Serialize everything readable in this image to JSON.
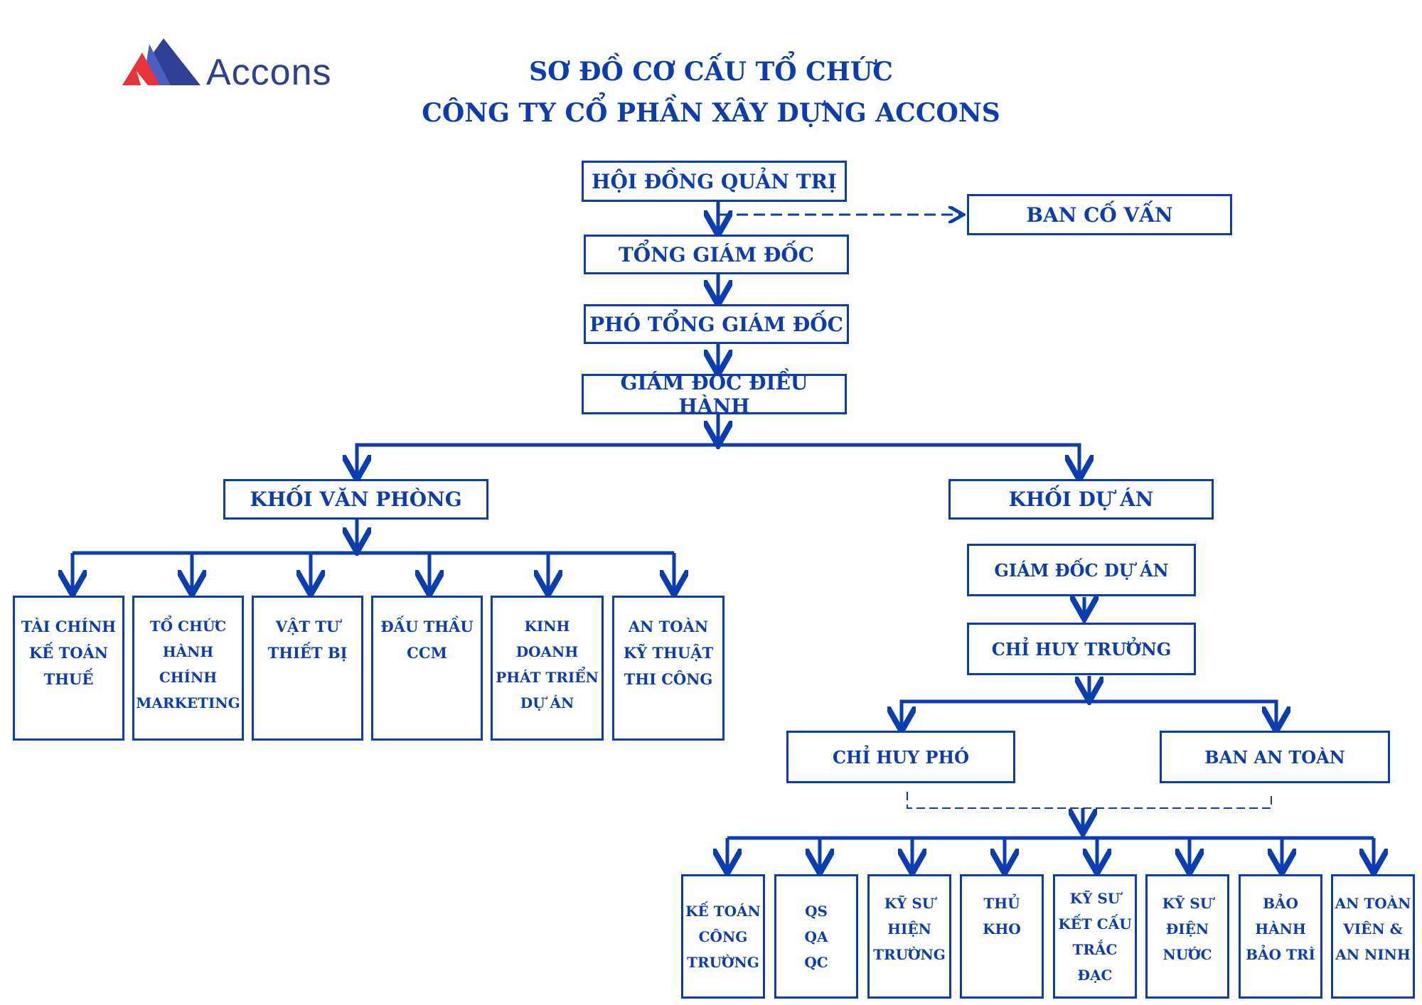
{
  "logo": {
    "text": "Accons",
    "colors": {
      "red": "#e8323c",
      "blue": "#2f3f96"
    }
  },
  "title": {
    "line1": "SƠ ĐỒ CƠ CẤU TỔ CHỨC",
    "line2": "CÔNG TY CỔ PHẦN XÂY DỰNG ACCONS"
  },
  "colors": {
    "primary": "#0b3db0",
    "background": "#ffffff"
  },
  "nodes": {
    "board": "HỘI ĐỒNG QUẢN TRỊ",
    "advisory": "BAN CỐ VẤN",
    "ceo": "TỔNG GIÁM ĐỐC",
    "deputy_ceo": "PHÓ TỔNG GIÁM ĐỐC",
    "executive_director": "GIÁM ĐỐC ĐIỀU HÀNH",
    "office_block": "KHỐI VĂN PHÒNG",
    "project_block": "KHỐI DỰ ÁN",
    "project_director": "GIÁM ĐỐC DỰ ÁN",
    "site_commander": "CHỈ HUY TRƯỞNG",
    "deputy_commander": "CHỈ HUY PHÓ",
    "safety_board": "BAN AN TOÀN"
  },
  "office_departments": [
    "TÀI CHÍNH\nKẾ TOÁN\nTHUẾ",
    "TỔ CHỨC\nHÀNH\nCHÍNH\nMARKETING",
    "VẬT TƯ\nTHIẾT BỊ",
    "ĐẤU THẦU\nCCM",
    "KINH\nDOANH\nPHÁT TRIỂN\nDỰ ÁN",
    "AN TOÀN\nKỸ THUẬT\nTHI CÔNG"
  ],
  "site_roles": [
    "KẾ TOÁN\nCÔNG\nTRƯỜNG",
    "QS\nQA\nQC",
    "KỸ SƯ\nHIỆN\nTRƯỜNG",
    "THỦ\nKHO",
    "KỸ SƯ\nKẾT CẤU\nTRẮC\nĐẠC",
    "KỸ SƯ\nĐIỆN\nNƯỚC",
    "BẢO\nHÀNH\nBẢO TRÌ",
    "AN TOÀN\nVIÊN &\nAN NINH"
  ]
}
